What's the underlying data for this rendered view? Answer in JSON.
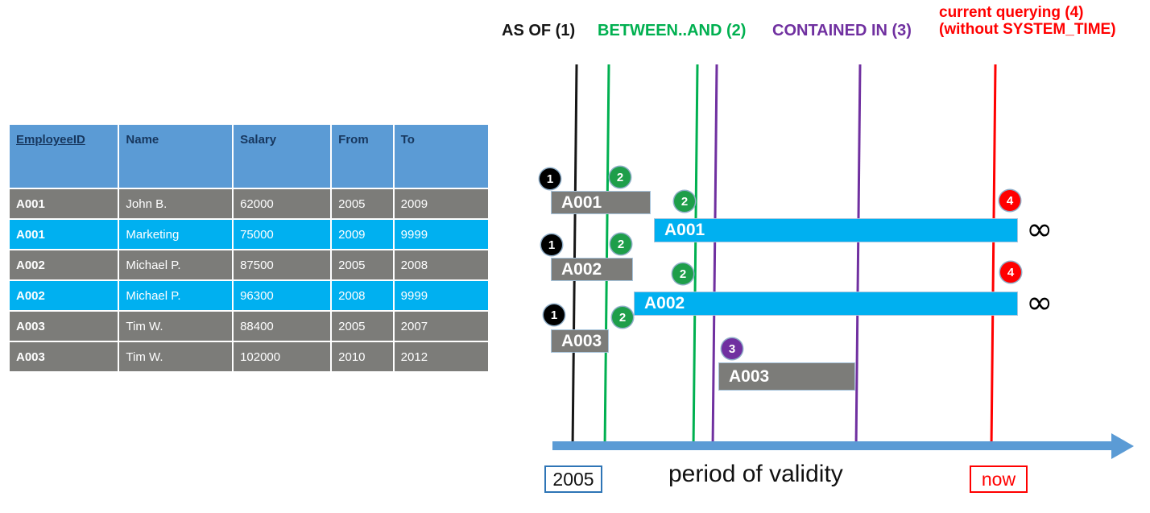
{
  "table": {
    "columns": [
      "EmployeeID",
      "Name",
      "Salary",
      "From",
      "To"
    ],
    "rows": [
      {
        "style": "gray",
        "cells": [
          "A001",
          "John  B.",
          "62000",
          "2005",
          "2009"
        ]
      },
      {
        "style": "cyan",
        "cells": [
          "A001",
          "Marketing",
          "75000",
          "2009",
          "9999"
        ]
      },
      {
        "style": "gray",
        "cells": [
          "A002",
          "Michael P.",
          "87500",
          "2005",
          "2008"
        ]
      },
      {
        "style": "cyan",
        "cells": [
          "A002",
          "Michael P.",
          "96300",
          "2008",
          "9999"
        ]
      },
      {
        "style": "gray",
        "cells": [
          "A003",
          "Tim W.",
          "88400",
          "2005",
          "2007"
        ]
      },
      {
        "style": "gray",
        "cells": [
          "A003",
          "Tim W.",
          "102000",
          "2010",
          "2012"
        ]
      }
    ]
  },
  "legend": {
    "as_of": "AS OF (1)",
    "between_and": "BETWEEN..AND (2)",
    "contained_in": "CONTAINED IN (3)",
    "current_querying_line1": "current querying (4)",
    "current_querying_line2": "(without SYSTEM_TIME)",
    "colors": {
      "as_of": "#161616",
      "between_and": "#00B050",
      "contained_in": "#7030A0",
      "current_querying": "#FF0000"
    }
  },
  "timeline": {
    "bars": [
      {
        "label": "A001",
        "style": "gray"
      },
      {
        "label": "A001",
        "style": "cyan"
      },
      {
        "label": "A002",
        "style": "gray"
      },
      {
        "label": "A002",
        "style": "cyan"
      },
      {
        "label": "A003",
        "style": "gray"
      },
      {
        "label": "A003",
        "style": "gray"
      }
    ],
    "badges": [
      "1",
      "2",
      "2",
      "4",
      "1",
      "2",
      "2",
      "4",
      "1",
      "2",
      "3"
    ],
    "infinity_symbol": "∞",
    "axis_start_label": "2005",
    "axis_end_label": "now",
    "axis_title": "period of validity"
  }
}
